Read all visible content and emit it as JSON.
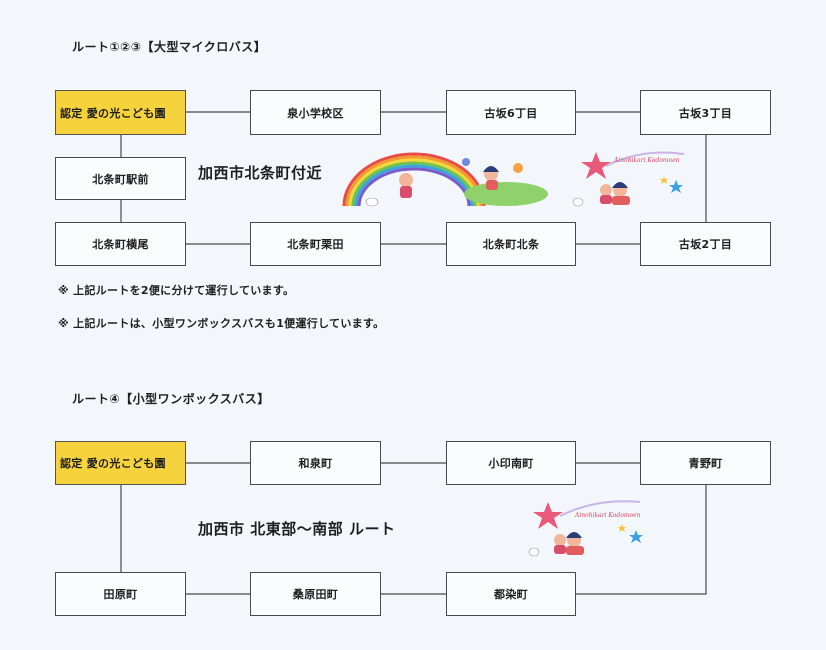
{
  "route1": {
    "title": "ルート①②③【大型マイクロバス】",
    "stops": [
      "認定 愛の光こども園",
      "泉小学校区",
      "古坂6丁目",
      "古坂3丁目",
      "北条町駅前",
      "北条町横尾",
      "北条町栗田",
      "北条町北条",
      "古坂2丁目"
    ],
    "area_label": "加西市北条町付近",
    "notes": [
      "※ 上記ルートを2便に分けて運行しています。",
      "※ 上記ルートは、小型ワンボックスバスも1便運行しています。"
    ],
    "illustration_text": "Ainohikari Kodomoen"
  },
  "route2": {
    "title": "ルート④【小型ワンボックスバス】",
    "stops": [
      "認定 愛の光こども園",
      "和泉町",
      "小印南町",
      "青野町",
      "田原町",
      "桑原田町",
      "都染町"
    ],
    "area_label": "加西市 北東部～南部 ルート",
    "illustration_text": "Ainohikari Kodomoen"
  },
  "colors": {
    "highlight": "#f6d33c",
    "line": "#4a4a4a"
  }
}
